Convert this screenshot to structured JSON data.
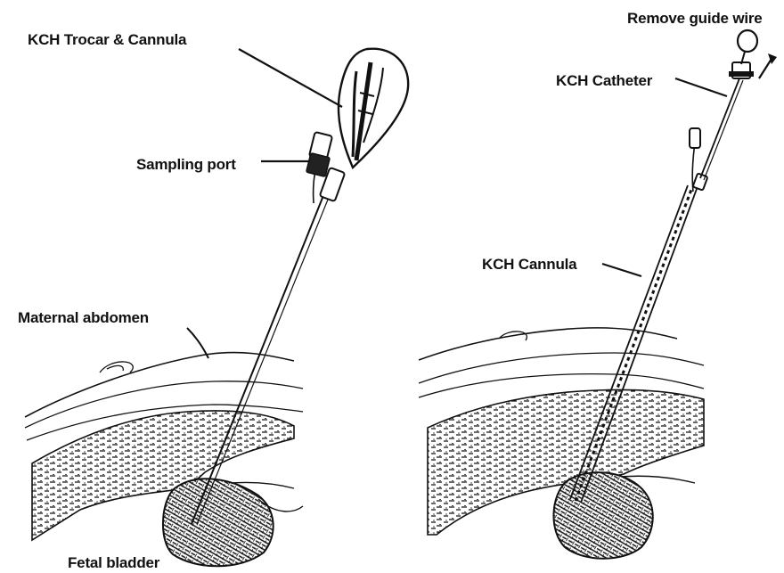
{
  "labels": {
    "trocar": "KCH Trocar & Cannula",
    "sampling_port": "Sampling port",
    "maternal_abdomen": "Maternal abdomen",
    "fetal_bladder": "Fetal bladder",
    "remove_guide_wire": "Remove guide wire",
    "catheter": "KCH Catheter",
    "cannula": "KCH Cannula"
  },
  "colors": {
    "ink": "#111111",
    "background": "#ffffff"
  }
}
